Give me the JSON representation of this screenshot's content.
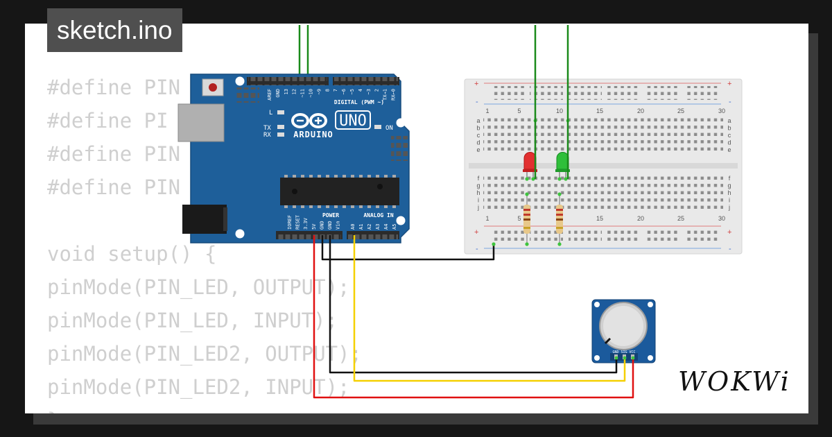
{
  "tab": {
    "filename": "sketch.ino"
  },
  "code": {
    "lines": [
      "#define PIN",
      "#define PI",
      "#define PIN",
      "#define PIN",
      "",
      "void setup() {",
      "pinMode(PIN_LED, OUTPUT);",
      "pinMode(PIN_LED, INPUT);",
      "pinMode(PIN_LED2, OUTPUT);",
      "pinMode(PIN_LED2, INPUT);",
      "}"
    ]
  },
  "arduino": {
    "logo_text": "ARDUINO",
    "model": "UNO",
    "digital_label": "DIGITAL (PWM ~)",
    "on_label": "ON",
    "l_label": "L",
    "tx_label": "TX",
    "rx_label": "RX",
    "power_label": "POWER",
    "analog_label": "ANALOG IN",
    "digital_pins": [
      "AREF",
      "GND",
      "13",
      "12",
      "~11",
      "~10",
      "~9",
      "8",
      "7",
      "~6",
      "~5",
      "4",
      "~3",
      "2",
      "TX→1",
      "RX←0"
    ],
    "power_pins": [
      "IOREF",
      "RESET",
      "3.3V",
      "5V",
      "GND",
      "GND",
      "Vin"
    ],
    "analog_pins": [
      "A0",
      "A1",
      "A2",
      "A3",
      "A4",
      "A5"
    ]
  },
  "breadboard": {
    "plus_label": "+",
    "minus_label": "-",
    "columns": [
      "1",
      "5",
      "10",
      "15",
      "20",
      "25",
      "30"
    ],
    "rows_top": [
      "a",
      "b",
      "c",
      "d",
      "e"
    ],
    "rows_bottom": [
      "f",
      "g",
      "h",
      "i",
      "j"
    ]
  },
  "leds": [
    {
      "name": "red-led",
      "color": "#e23030"
    },
    {
      "name": "green-led",
      "color": "#2fbf3a"
    }
  ],
  "potentiometer": {
    "pins_label": "GND SIG VCC"
  },
  "wires": {
    "green": "#1a8a1a",
    "black": "#111111",
    "red": "#e01010",
    "yellow": "#f5d000"
  },
  "brand": "WOKWi"
}
